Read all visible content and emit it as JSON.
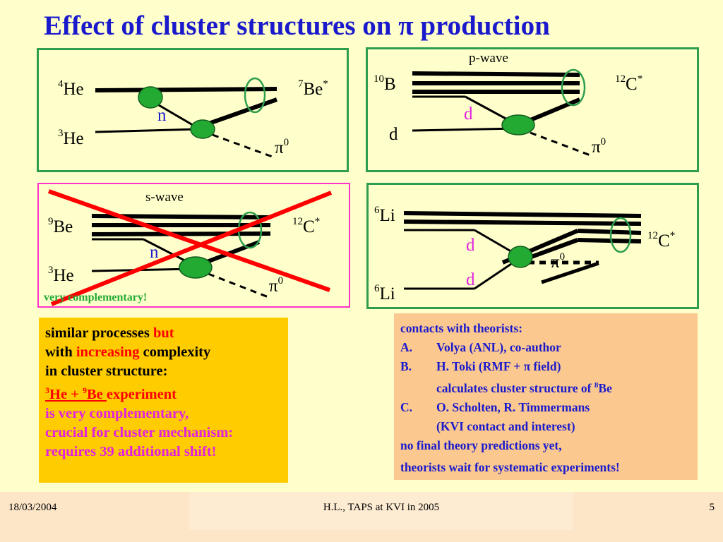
{
  "title_pre": "Effect of cluster structures on ",
  "title_pi": "π",
  "title_post": " production",
  "panel1": {
    "tl_mass": "4",
    "tl_el": "He",
    "bl_mass": "3",
    "bl_el": "He",
    "mid": "n",
    "tr_mass": "7",
    "tr_el": "Be",
    "tr_star": "*",
    "pi": "π",
    "pi_sup": "0"
  },
  "panel2": {
    "wave": "p-wave",
    "tl_mass": "10",
    "tl_el": "B",
    "bl": "d",
    "mid": "d",
    "tr_mass": "12",
    "tr_el": "C",
    "tr_star": "*",
    "pi": "π",
    "pi_sup": "0"
  },
  "panel3": {
    "wave": "s-wave",
    "tl_mass": "9",
    "tl_el": "Be",
    "bl_mass": "3",
    "bl_el": "He",
    "mid": "n",
    "tr_mass": "12",
    "tr_el": "C",
    "tr_star": "*",
    "pi": "π",
    "pi_sup": "0",
    "note": "very complementary!"
  },
  "panel4": {
    "tl_mass": "6",
    "tl_el": "Li",
    "bl_mass": "6",
    "bl_el": "Li",
    "d1": "d",
    "d2": "d",
    "tr_mass": "12",
    "tr_el": "C",
    "tr_star": "*",
    "pi": "π",
    "pi_sup": "0"
  },
  "left_box": {
    "l1a": "similar processes ",
    "l1b": "but",
    "l2a": "with ",
    "l2b": "increasing",
    "l2c": " complexity",
    "l3": "in cluster structure:",
    "l4_m1": "3",
    "l4_t1": "He  + ",
    "l4_m2": "9",
    "l4_t2": "Be ",
    "l4_t3": "experiment",
    "l5": "is very complementary,",
    "l6": "crucial for cluster mechanism:",
    "l7": "requires 39 additional shift!"
  },
  "right_box": {
    "heading": "contacts with theorists:",
    "a_key": "A.",
    "a_text": "Volya (ANL), co-author",
    "b_key": "B.",
    "b_text": "H. Toki (RMF + π field)",
    "b2_pre": "calculates cluster structure of ",
    "b2_mass": "8",
    "b2_el": "Be",
    "c_key": "C.",
    "c_text": "O. Scholten, R. Timmermans",
    "c2": "(KVI contact and interest)",
    "n1": "no final theory predictions yet,",
    "n2": "theorists wait for systematic experiments!"
  },
  "footer": {
    "date": "18/03/2004",
    "center": "H.L.,  TAPS at KVI in 2005",
    "page": "5"
  },
  "colors": {
    "title": "#1a1acc",
    "panel_border": "#2e9e4e",
    "panel3_border": "#ff33cc",
    "vertex": "#22aa33",
    "cross": "#ff0000",
    "left_box": "#ffcc00",
    "right_box": "#fbc98f"
  }
}
